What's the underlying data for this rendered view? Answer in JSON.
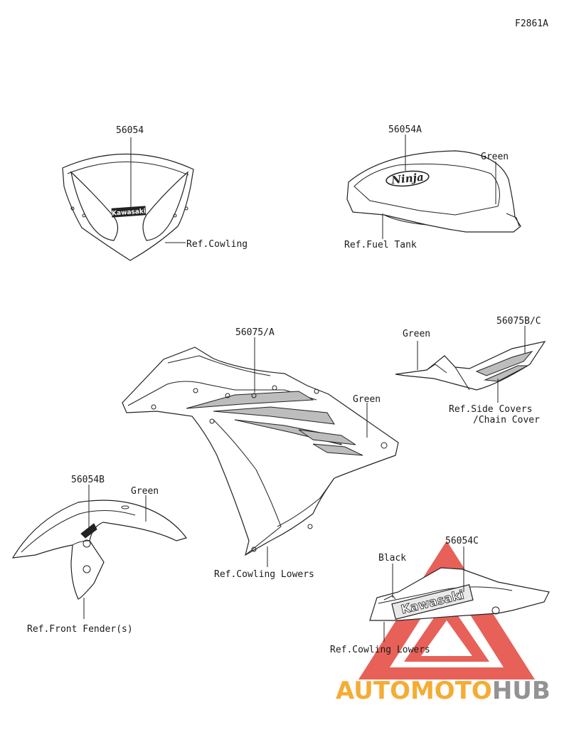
{
  "figure_code": "F2861A",
  "callouts": {
    "windscreen": {
      "part_number": "56054",
      "reference": "Ref.Cowling"
    },
    "fuel_tank": {
      "part_number": "56054A",
      "color": "Green",
      "reference": "Ref.Fuel Tank"
    },
    "side_cowl": {
      "part_number": "56075/A",
      "color": "Green",
      "reference": "Ref.Cowling Lowers"
    },
    "side_cover": {
      "part_number": "56075B/C",
      "color": "Green",
      "reference_line1": "Ref.Side Covers",
      "reference_line2": "/Chain Cover"
    },
    "front_fender": {
      "part_number": "56054B",
      "color": "Green",
      "reference": "Ref.Front Fender(s)"
    },
    "lower_cowl": {
      "part_number": "56054C",
      "color": "Black",
      "reference": "Ref.Cowling Lowers"
    }
  },
  "decal_text": {
    "windscreen_logo": "Kawasaki",
    "tank_logo": "Ninja",
    "lower_logo": "Kawasaki"
  },
  "watermark": {
    "part1": "AUTOMOTO",
    "part2": "HUB",
    "colors": {
      "accent": "#e0352b",
      "secondary": "#f5a623",
      "neutral": "#8a8a8a"
    }
  }
}
